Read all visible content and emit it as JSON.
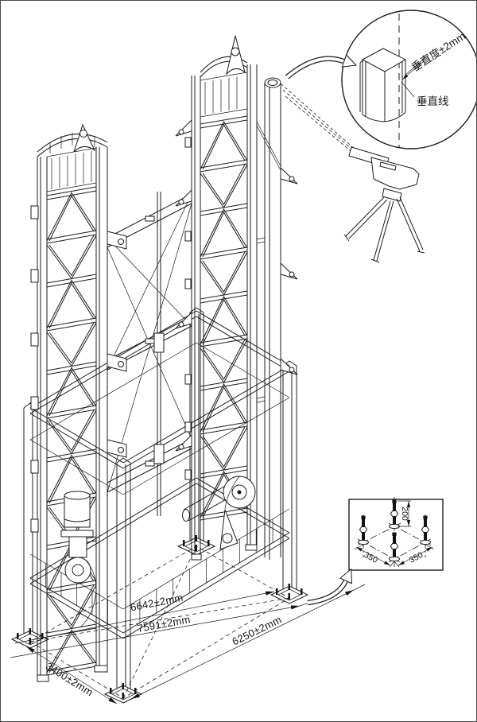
{
  "labels": {
    "verticality_tolerance": "垂直度±2mm",
    "vertical_line": "垂直线",
    "bolt_height": "200",
    "bolt_spacing_left": "350",
    "bolt_spacing_right": "350",
    "dim_width_top": "6642±2mm",
    "dim_width_bottom": "7591±2mm",
    "dim_depth": "6250±2mm",
    "dim_front": "3400±2mm"
  },
  "colors": {
    "line": "#1c1c1c",
    "background": "#ffffff"
  }
}
